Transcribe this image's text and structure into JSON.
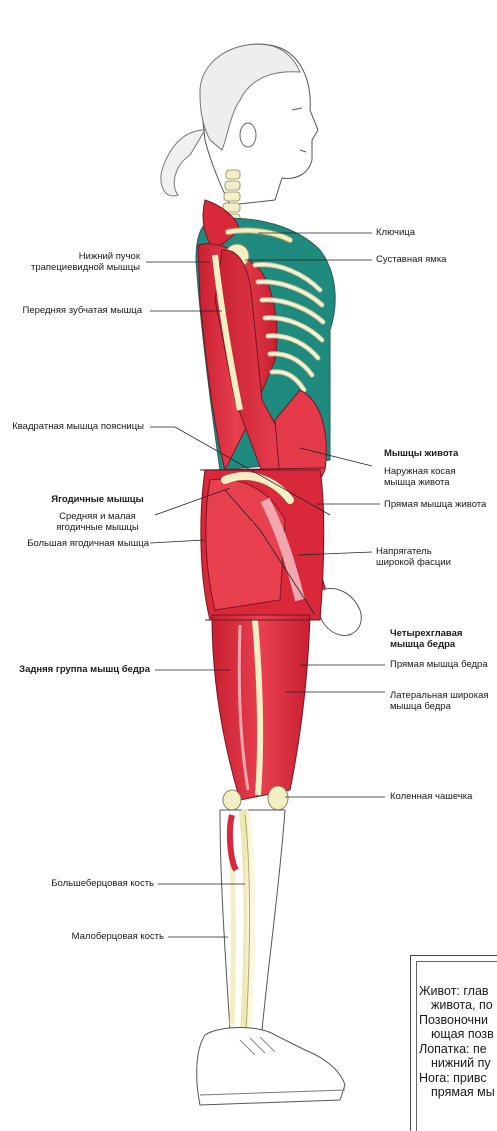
{
  "labels": {
    "clavicle": "Ключица",
    "glenoid": "Суставная ямка",
    "trapezius": [
      "Нижний пучок",
      "трапециевидной мышцы"
    ],
    "serratus": "Передняя зубчатая мышца",
    "quadratus": "Квадратная мышца поясницы",
    "abdominal_head": "Мышцы живота",
    "external_oblique": [
      "Наружная косая",
      "мышца живота"
    ],
    "rectus_abdominis": "Прямая мышца живота",
    "gluteal_head": "Ягодичные мышцы",
    "gluteus_med_min": [
      "Средняя и малая",
      "ягодичные мышцы"
    ],
    "gluteus_max": "Большая ягодичная мышца",
    "tfl": [
      "Напрягатель",
      "широкой фасции"
    ],
    "quadriceps_head": [
      "Четырехглавая",
      "мышца бедра"
    ],
    "hamstrings": "Задняя группа мышц бедра",
    "rectus_femoris": "Прямая мышца бедра",
    "vastus_lateralis": [
      "Латеральная широкая",
      "мышца бедра"
    ],
    "patella": "Коленная чашечка",
    "tibia": "Большеберцовая кость",
    "fibula": "Малоберцовая кость"
  },
  "info_box": [
    "Живот: глав",
    "живота, по",
    "Позвоночни",
    "ющая позв",
    "Лопатка: пе",
    "нижний пу",
    "Нога: привс",
    "прямая мы"
  ],
  "colors": {
    "muscle": "#d8283a",
    "muscle_light": "#f2a6ad",
    "bone": "#f3efc4",
    "teal": "#1f8a7e",
    "skin": "#ffffff",
    "line": "#333333"
  }
}
